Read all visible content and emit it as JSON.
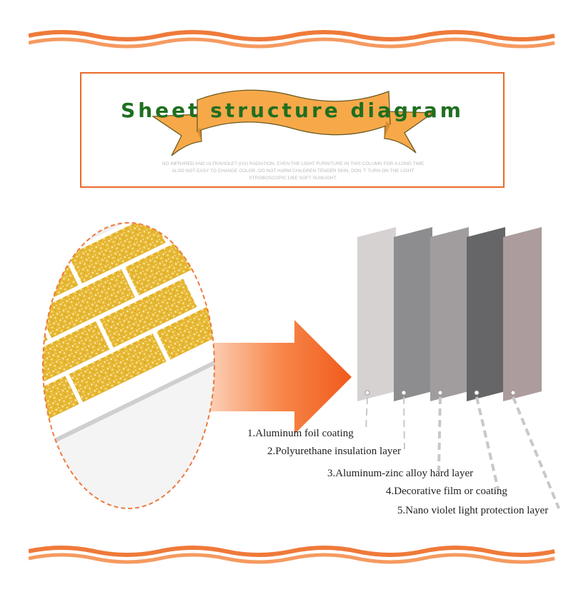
{
  "header": {
    "title": "Sheet structure diagram",
    "subtitle": "NO INFRARED AND ULTRAVIOLET (UV) RADIATION, EVEN THE LIGHT FURNITURE IN THIS COLUMN FOR A LONG TIME ALSO NOT EASY TO CHANGE COLOR, DO NOT HARM CHILDREN TENDER SKIN, DON 'T TURN ON THE LIGHT STROBOSCOPIC LIKE SOFT SUNLIGHT."
  },
  "layers": [
    {
      "label": "1.Aluminum foil coating",
      "color": "#d6d2d2"
    },
    {
      "label": "2.Polyurethane insulation layer",
      "color": "#8d8d8f"
    },
    {
      "label": "3.Aluminum-zinc alloy hard layer",
      "color": "#a19d9e"
    },
    {
      "label": "4.Decorative film or coating",
      "color": "#666668"
    },
    {
      "label": "5.Nano violet light protection layer",
      "color": "#ac9c9d"
    }
  ],
  "colors": {
    "accent_orange": "#ea6a2a",
    "title_green": "#1f6f1f",
    "ribbon_fill": "#f7a94a",
    "brick_gold": "#e2b42c"
  }
}
